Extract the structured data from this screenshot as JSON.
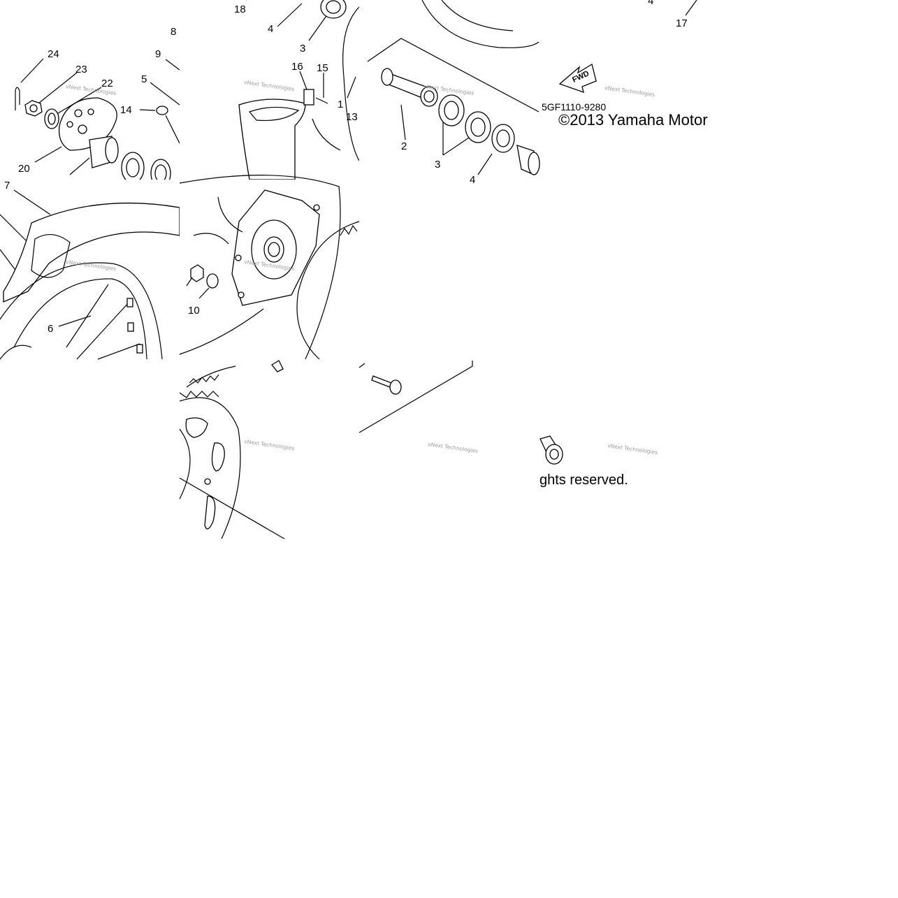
{
  "diagram": {
    "part_labels": {
      "t1": [
        "24",
        "23",
        "22",
        "8",
        "9",
        "5",
        "14",
        "20"
      ],
      "t2": [
        "18",
        "4",
        "3",
        "16",
        "15",
        "1",
        "13"
      ],
      "t3": [
        "2",
        "3",
        "4"
      ],
      "t4": [
        "4",
        "17"
      ],
      "t5": [
        "7",
        "6"
      ],
      "t6": [
        "10"
      ]
    },
    "watermark": "vNext Technologies",
    "fwd_arrow": "FWD",
    "diagram_code": "5GF1110-9280",
    "copyright": "©2013 Yamaha Motor",
    "rights_fragment": "ghts reserved."
  }
}
